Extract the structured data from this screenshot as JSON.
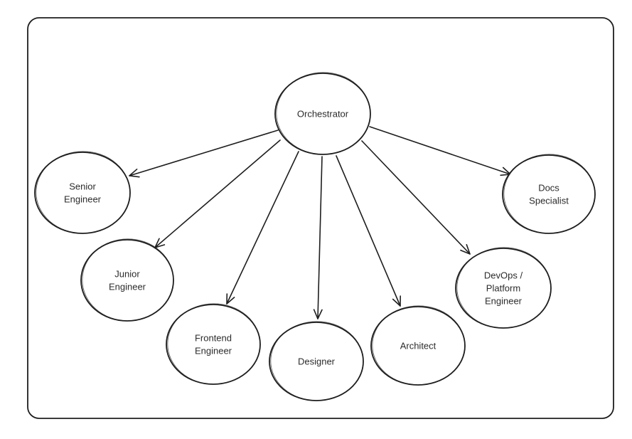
{
  "colors": {
    "stroke": "#1e1e1e",
    "text": "#2b2b2b",
    "background": "#ffffff"
  },
  "nodes": [
    {
      "id": "orchestrator",
      "lines": [
        "Orchestrator"
      ]
    },
    {
      "id": "senior-engineer",
      "lines": [
        "Senior",
        "Engineer"
      ]
    },
    {
      "id": "junior-engineer",
      "lines": [
        "Junior",
        "Engineer"
      ]
    },
    {
      "id": "frontend-engineer",
      "lines": [
        "Frontend",
        "Engineer"
      ]
    },
    {
      "id": "designer",
      "lines": [
        "Designer"
      ]
    },
    {
      "id": "architect",
      "lines": [
        "Architect"
      ]
    },
    {
      "id": "devops-platform-engineer",
      "lines": [
        "DevOps /",
        "Platform",
        "Engineer"
      ]
    },
    {
      "id": "docs-specialist",
      "lines": [
        "Docs",
        "Specialist"
      ]
    }
  ],
  "edges": [
    {
      "from": "orchestrator",
      "to": "senior-engineer"
    },
    {
      "from": "orchestrator",
      "to": "junior-engineer"
    },
    {
      "from": "orchestrator",
      "to": "frontend-engineer"
    },
    {
      "from": "orchestrator",
      "to": "designer"
    },
    {
      "from": "orchestrator",
      "to": "architect"
    },
    {
      "from": "orchestrator",
      "to": "devops-platform-engineer"
    },
    {
      "from": "orchestrator",
      "to": "docs-specialist"
    }
  ]
}
